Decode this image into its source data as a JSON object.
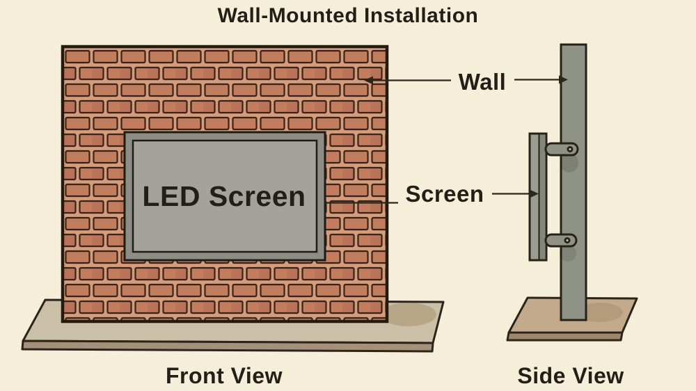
{
  "title": "Wall-Mounted Installation",
  "views": {
    "front": {
      "caption": "Front View",
      "screen_text": "LED Screen"
    },
    "side": {
      "caption": "Side View"
    }
  },
  "labels": {
    "wall": "Wall",
    "screen": "Screen"
  },
  "colors": {
    "background": "#f5eed8",
    "text": "#221e18",
    "line": "#2b261e",
    "brick": "#c17d5e",
    "brick_alt": "#b97458",
    "mortar": "#d69c7a",
    "brick_outline": "#35241a",
    "wall_outline": "#241a10",
    "metal": "#8f9386",
    "metal_light": "#9a9d8f",
    "metal_dark": "#83877a",
    "screen_frame": "#8e8d85",
    "screen_display": "#a3a29b",
    "front_base_top": "#c9c0a7",
    "front_base_face": "#a59179",
    "side_base_top": "#c3aa8c",
    "side_base_face": "#9d8669",
    "shadow_tan": "#a8916f"
  }
}
